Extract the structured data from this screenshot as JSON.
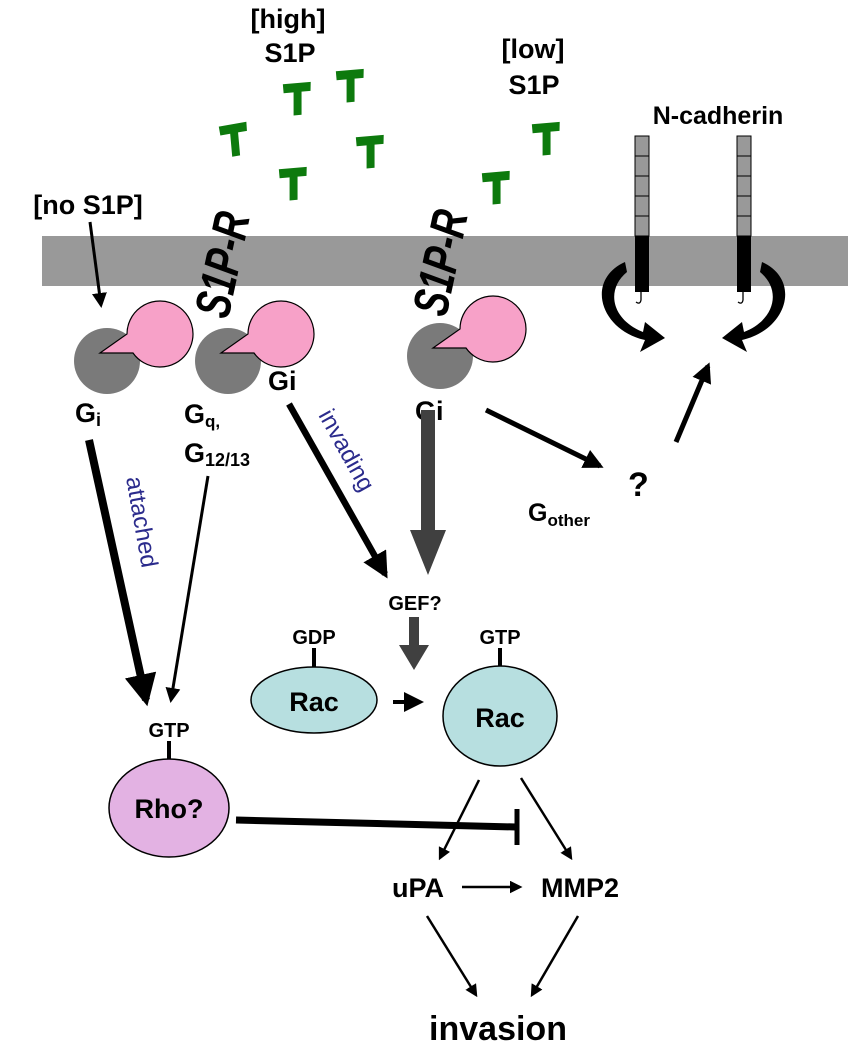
{
  "labels": {
    "high": "[high]",
    "high_s1p": "S1P",
    "low": "[low]",
    "low_s1p": "S1P",
    "no_s1p": "[no S1P]",
    "ncadherin": "N-cadherin",
    "receptor": "S1P-R",
    "gi": "Gi",
    "g_main": "G",
    "g_sub_i": "i",
    "gq_main": "G",
    "gq_sub": "q,",
    "g1213_main": "G",
    "g1213_sub": "12/13",
    "gother_main": "G",
    "gother_sub": "other",
    "question": "?",
    "attached": "attached",
    "invading": "invading",
    "gef": "GEF?",
    "gdp": "GDP",
    "gtp": "GTP",
    "rac": "Rac",
    "rho": "Rho?",
    "upa": "uPA",
    "mmp2": "MMP2",
    "invasion": "invasion"
  },
  "colors": {
    "membrane": "#999999",
    "s1p_ligand": "#0d7a0d",
    "g_protein": "#f7a1c8",
    "g_shadow": "#7a7a7a",
    "rac_fill": "#b7dfe0",
    "rho_fill": "#e3b2e3",
    "blue_text": "#2b2b8c",
    "dark_arrow": "#404040"
  }
}
